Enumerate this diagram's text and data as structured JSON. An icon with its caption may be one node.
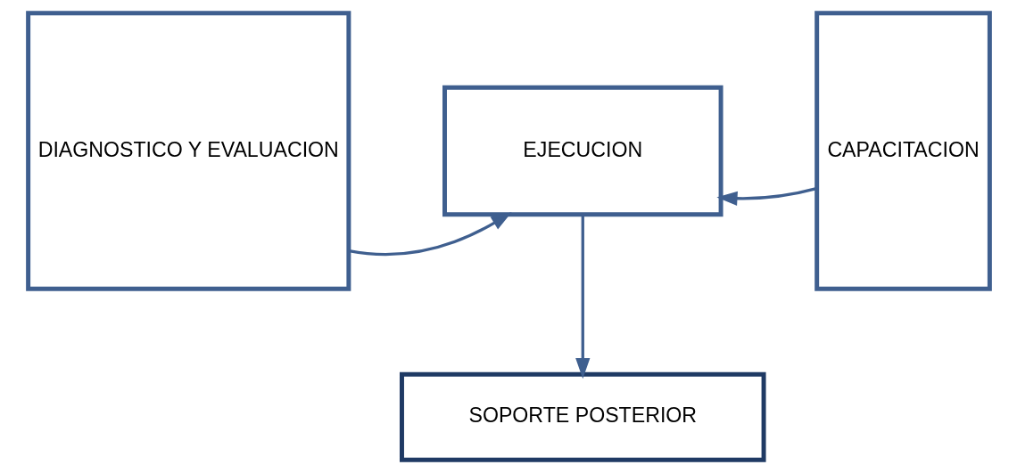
{
  "diagram": {
    "nodes": [
      {
        "text": [
          "DIAGNOSTICO Y EVALUACION"
        ]
      },
      {
        "text": [
          "EJECUCION"
        ]
      },
      {
        "text": [
          "CAPACITACION"
        ]
      },
      {
        "text": [
          "SOPORTE POSTERIOR"
        ]
      }
    ],
    "edges": [
      {
        "from": 0,
        "to": 1,
        "arrow": "to"
      },
      {
        "from": 2,
        "to": 1,
        "arrow": "to"
      },
      {
        "from": 1,
        "to": 3,
        "arrow": "to"
      }
    ]
  }
}
